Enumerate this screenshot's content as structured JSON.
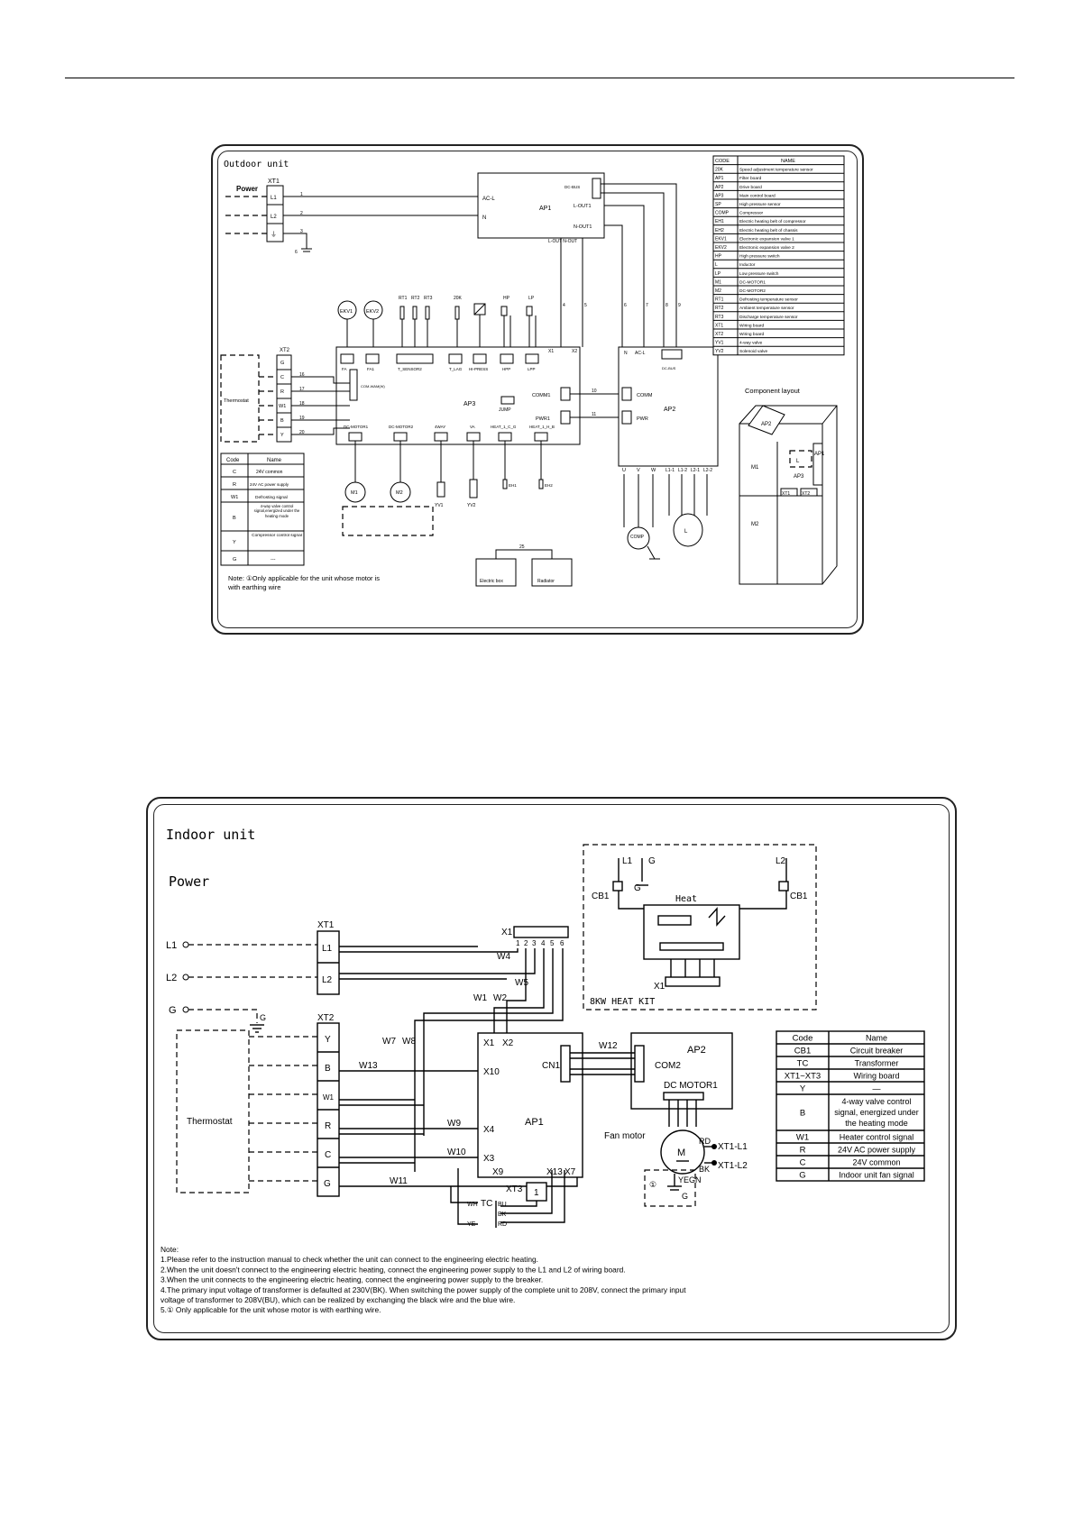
{
  "outdoor": {
    "title": "Outdoor unit",
    "power_label": "Power",
    "xt1": {
      "label": "XT1",
      "terminals": [
        "L1",
        "L2",
        "⏚"
      ],
      "wires": [
        "1",
        "2",
        "3"
      ],
      "ground": "6"
    },
    "ap1": {
      "label": "AP1",
      "acl": "AC-L",
      "n": "N",
      "dcbus": "DC-BUS",
      "lout1": "L-OUT1",
      "nout1": "N-OUT1",
      "bottom": "L-OUT N-OUT"
    },
    "top_components": [
      "EKV1",
      "EKV2",
      "RT1",
      "RT2",
      "RT3",
      "20K",
      "HP",
      "LP"
    ],
    "wire_numbers": [
      "4",
      "5",
      "6",
      "7",
      "8",
      "9"
    ],
    "ap3": {
      "label": "AP3",
      "connectors": [
        "FA",
        "FA1",
        "T_SENSOR2",
        "T_LAG",
        "HI-PRESS",
        "HPP",
        "LPP"
      ],
      "x1": "X1",
      "x2": "X2",
      "comm": "COMM1",
      "pwr": "PWR1",
      "jump": "JUMP",
      "com_wire": "COM-WAM(W)",
      "bottom_connectors": [
        "DC-MOTOR1",
        "DC-MOTOR2",
        "4WAY",
        "VA",
        "HEAT_1_C_G",
        "HEAT_1_H_B"
      ]
    },
    "ap2": {
      "label": "AP2",
      "n": "N",
      "acl": "AC-L",
      "dcbus": "DC-BUS",
      "comm": "COMM",
      "pwr": "PWR",
      "outputs": [
        "U",
        "V",
        "W",
        "L1-1",
        "L1-2",
        "L2-1",
        "L2-2"
      ]
    },
    "xt2": {
      "label": "XT2",
      "terminals": [
        "G",
        "C",
        "R",
        "W1",
        "B",
        "Y"
      ],
      "wires": [
        "16",
        "17",
        "18",
        "19",
        "20"
      ]
    },
    "thermostat": "Thermostat",
    "motors": [
      "M1",
      "M2"
    ],
    "valves": [
      "YV1",
      "YV2",
      "EH1",
      "EH2"
    ],
    "comp": "COMP",
    "grounds": [
      "Electric box",
      "Radiator"
    ],
    "code_table": {
      "headers": [
        "Code",
        "Name"
      ],
      "rows": [
        [
          "C",
          "24V common"
        ],
        [
          "R",
          "24V AC power supply"
        ],
        [
          "W1",
          "Defrosting signal"
        ],
        [
          "B",
          "4-way valve control signal,energized under the heating mode"
        ],
        [
          "Y",
          "Compressor control signal"
        ],
        [
          "G",
          "---"
        ]
      ]
    },
    "note": "Note: ①Only applicable for the unit whose motor is with earthing wire",
    "legend": {
      "headers": [
        "CODE",
        "NAME"
      ],
      "rows": [
        [
          "20K",
          "Speed adjustment temperature sensor"
        ],
        [
          "AP1",
          "Filter board"
        ],
        [
          "AP2",
          "Drive board"
        ],
        [
          "AP3",
          "Main control board"
        ],
        [
          "SP",
          "High pressure sensor"
        ],
        [
          "COMP",
          "Compressor"
        ],
        [
          "EH1",
          "Electric heating belt of compressor"
        ],
        [
          "EH2",
          "Electric heating belt of chassis"
        ],
        [
          "EKV1",
          "Electronic expansion valve 1"
        ],
        [
          "EKV2",
          "Electronic expansion valve 2"
        ],
        [
          "HP",
          "High pressure switch"
        ],
        [
          "L",
          "Inductor"
        ],
        [
          "LP",
          "Low pressure switch"
        ],
        [
          "M1",
          "DC-MOTOR1"
        ],
        [
          "M2",
          "DC-MOTOR2"
        ],
        [
          "RT1",
          "Defrosting temperature sensor"
        ],
        [
          "RT2",
          "Ambient temperature sensor"
        ],
        [
          "RT3",
          "Discharge temperature sensor"
        ],
        [
          "XT1",
          "Wiring board"
        ],
        [
          "XT2",
          "Wiring board"
        ],
        [
          "YV1",
          "4-way valve"
        ],
        [
          "YV2",
          "Solenoid valve"
        ]
      ]
    },
    "layout": {
      "title": "Component layout",
      "labels": [
        "AP2",
        "M1",
        "L",
        "AP3",
        "AP1",
        "XT1",
        "XT2",
        "M2"
      ]
    }
  },
  "indoor": {
    "title": "Indoor unit",
    "power_label": "Power",
    "supply": [
      "L1",
      "L2",
      "G"
    ],
    "xt1": {
      "label": "XT1",
      "terminals": [
        "L1",
        "L2"
      ]
    },
    "xt2": {
      "label": "XT2",
      "terminals": [
        "Y",
        "B",
        "W1",
        "R",
        "C",
        "G"
      ]
    },
    "thermostat": "Thermostat",
    "heat_kit": {
      "title": "8KW HEAT KIT",
      "l1": "L1",
      "g": "G",
      "l2": "L2",
      "cb1": "CB1",
      "heat": "Heat",
      "x1": "X1"
    },
    "x1_pins": [
      "1",
      "2",
      "3",
      "4",
      "5",
      "6"
    ],
    "x1_label": "X1",
    "wires": [
      "W4",
      "W5",
      "W1",
      "W2",
      "W7",
      "W8",
      "W13",
      "W9",
      "W10",
      "W11",
      "W12"
    ],
    "ap1": {
      "label": "AP1",
      "ports": [
        "X1",
        "X2",
        "X10",
        "X4",
        "X3",
        "X9",
        "X13",
        "X7"
      ],
      "cn1": "CN1"
    },
    "ap2": {
      "label": "AP2",
      "com2": "COM2",
      "dc_motor": "DC MOTOR1"
    },
    "fan_motor": {
      "label": "Fan motor",
      "m": "M",
      "rd": "RD",
      "bk": "BK",
      "yegn": "YEGN",
      "xt1l1": "XT1-L1",
      "xt1l2": "XT1-L2",
      "g": "G",
      "circle": "①"
    },
    "xt3": {
      "label": "XT3",
      "pin": "1"
    },
    "tc": {
      "label": "TC",
      "bu": "BU",
      "bk": "BK",
      "rd": "RD",
      "wh": "WH",
      "ye": "YE"
    },
    "g_label": "G",
    "code_table": {
      "headers": [
        "Code",
        "Name"
      ],
      "rows": [
        [
          "CB1",
          "Circuit breaker"
        ],
        [
          "TC",
          "Transformer"
        ],
        [
          "XT1~XT3",
          "Wiring board"
        ],
        [
          "Y",
          "—"
        ],
        [
          "B",
          "4-way valve control signal, energized under the heating mode"
        ],
        [
          "W1",
          "Heater control signal"
        ],
        [
          "R",
          "24V AC power supply"
        ],
        [
          "C",
          "24V common"
        ],
        [
          "G",
          "Indoor unit fan signal"
        ]
      ]
    },
    "notes": [
      "Note:",
      "1.Please refer to the instruction manual to check whether the unit can connect to the engineering electric heating.",
      "2.When the unit doesn't connect to the engineering electric heating, connect the engineering power supply to the L1 and L2 of wiring board.",
      "3.When the unit connects to the engineering electric heating, connect the engineering power supply to the breaker.",
      "4.The primary input voltage of transformer is defaulted at 230V(BK). When switching the power supply of the complete unit to 208V, connect the primary input",
      "voltage of transformer to 208V(BU), which can be realized by exchanging the black wire and the blue wire.",
      "5.① Only applicable for the unit whose motor is with earthing wire."
    ]
  }
}
